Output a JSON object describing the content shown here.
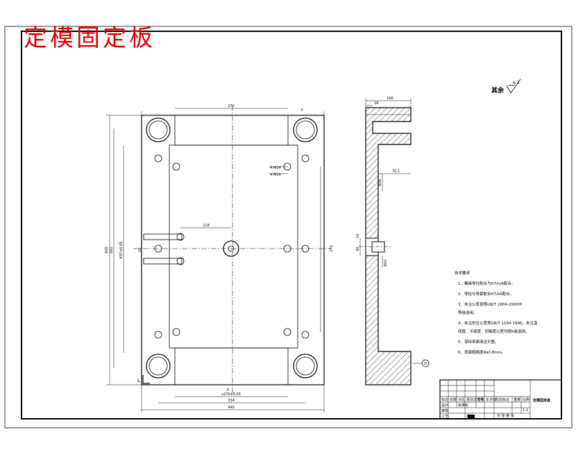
{
  "drawing_title": "定模固定板",
  "roughness": {
    "label": "其余",
    "value": "6.3"
  },
  "front_view": {
    "dims": {
      "top_width": "270",
      "bottom_inner": "ε270±0.05",
      "bottom_mid": "334",
      "bottom_overall": "440",
      "left_overall": "600",
      "left_inner": "502",
      "left_pitch": "437±0.05",
      "right_height": "270",
      "hole_offset": "118",
      "hole_note_1": "4-M14",
      "hole_note_2": "4-M14",
      "small_dim": "16",
      "section_mark_top": "P",
      "section_mark_bottom": "P"
    },
    "corner_label": "L"
  },
  "side_view": {
    "dims": {
      "top_width": "100",
      "top_small": "18",
      "step": "70.1",
      "dia_a": "Φ38",
      "dia_b": "Φ42",
      "small_left": "16",
      "mid_left": "30"
    },
    "datum": "D"
  },
  "notes": {
    "heading": "技术要求",
    "items": [
      "1、模具导柱配合为H7/m6配合。",
      "2、导柱与导套配合H7/k6配合。",
      "3、未注公差按照GB/T 1804-2000中",
      "   等级选用。",
      "4、未注形位公差按GB/T 1184-1996，未注直",
      "   线度、平面度、同轴度公差均按K级选用。",
      "5、保持表面清洁平整。",
      "6、表面粗糙度Ra0.8mm。"
    ]
  },
  "title_block": {
    "part_name": "定模固定板",
    "scale": "1:1",
    "row_labels": [
      "标记",
      "处数",
      "分区",
      "更改文件号",
      "签名",
      "年月日"
    ],
    "design": "设计",
    "check": "审核",
    "process": "工艺",
    "standard": "标准化",
    "approve": "批准",
    "stage_mark": "阶段标记",
    "weight": "重量",
    "ratio": "比例",
    "sheets": "共 张 第 张"
  }
}
